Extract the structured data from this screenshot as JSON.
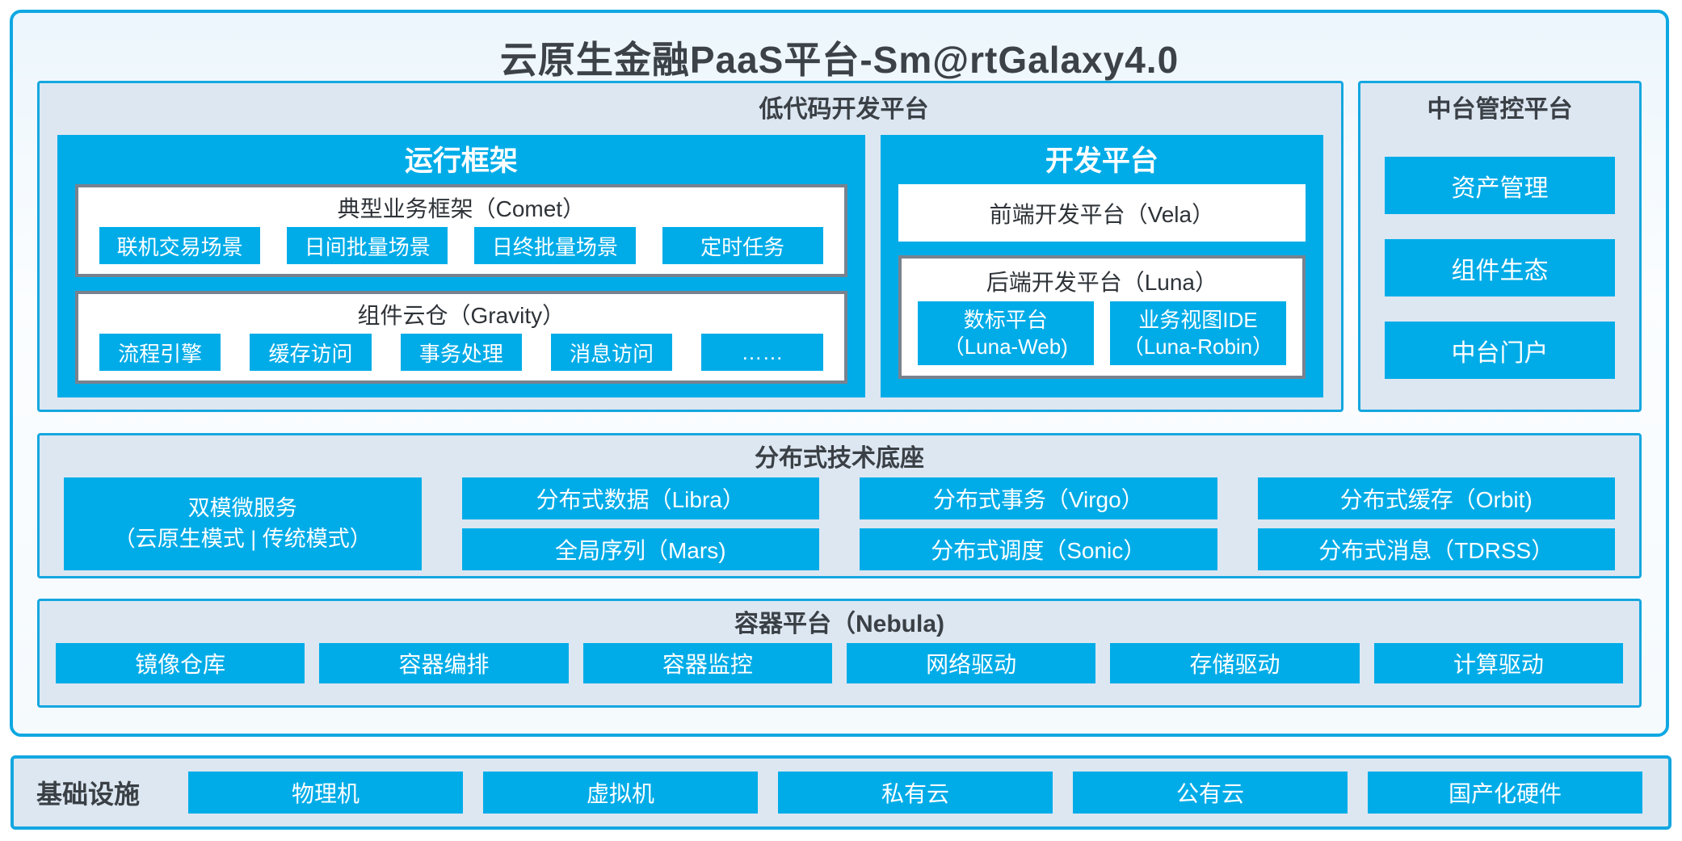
{
  "colors": {
    "accent_blue": "#00ACE8",
    "border_blue": "#14A7E0",
    "panel_bg": "#DDE7F2",
    "box_border_gray": "#78828E",
    "dark_text": "#3C4248"
  },
  "title": "云原生金融PaaS平台-Sm@rtGalaxy4.0",
  "lowcode": {
    "heading": "低代码开发平台",
    "runtime": {
      "heading": "运行框架",
      "comet": {
        "title": "典型业务框架（Comet）",
        "chips": [
          "联机交易场景",
          "日间批量场景",
          "日终批量场景",
          "定时任务"
        ]
      },
      "gravity": {
        "title": "组件云仓（Gravity）",
        "chips": [
          "流程引擎",
          "缓存访问",
          "事务处理",
          "消息访问",
          "……"
        ]
      }
    },
    "dev": {
      "heading": "开发平台",
      "vela": "前端开发平台（Vela）",
      "luna": {
        "title": "后端开发平台（Luna）",
        "chips": [
          {
            "line1": "数标平台",
            "line2": "（Luna-Web)"
          },
          {
            "line1": "业务视图IDE",
            "line2": "（Luna-Robin）"
          }
        ]
      }
    }
  },
  "midplatform": {
    "heading": "中台管控平台",
    "buttons": [
      "资产管理",
      "组件生态",
      "中台门户"
    ]
  },
  "distributed": {
    "heading": "分布式技术底座",
    "dual_mode": {
      "line1": "双模微服务",
      "line2": "（云原生模式 | 传统模式）"
    },
    "columns": [
      {
        "top": "分布式数据（Libra）",
        "bottom": "全局序列（Mars)"
      },
      {
        "top": "分布式事务（Virgo）",
        "bottom": "分布式调度（Sonic）"
      },
      {
        "top": "分布式缓存（Orbit)",
        "bottom": "分布式消息（TDRSS）"
      }
    ]
  },
  "container_platform": {
    "heading": "容器平台（Nebula)",
    "chips": [
      "镜像仓库",
      "容器编排",
      "容器监控",
      "网络驱动",
      "存储驱动",
      "计算驱动"
    ]
  },
  "infrastructure": {
    "heading": "基础设施",
    "chips": [
      "物理机",
      "虚拟机",
      "私有云",
      "公有云",
      "国产化硬件"
    ]
  }
}
